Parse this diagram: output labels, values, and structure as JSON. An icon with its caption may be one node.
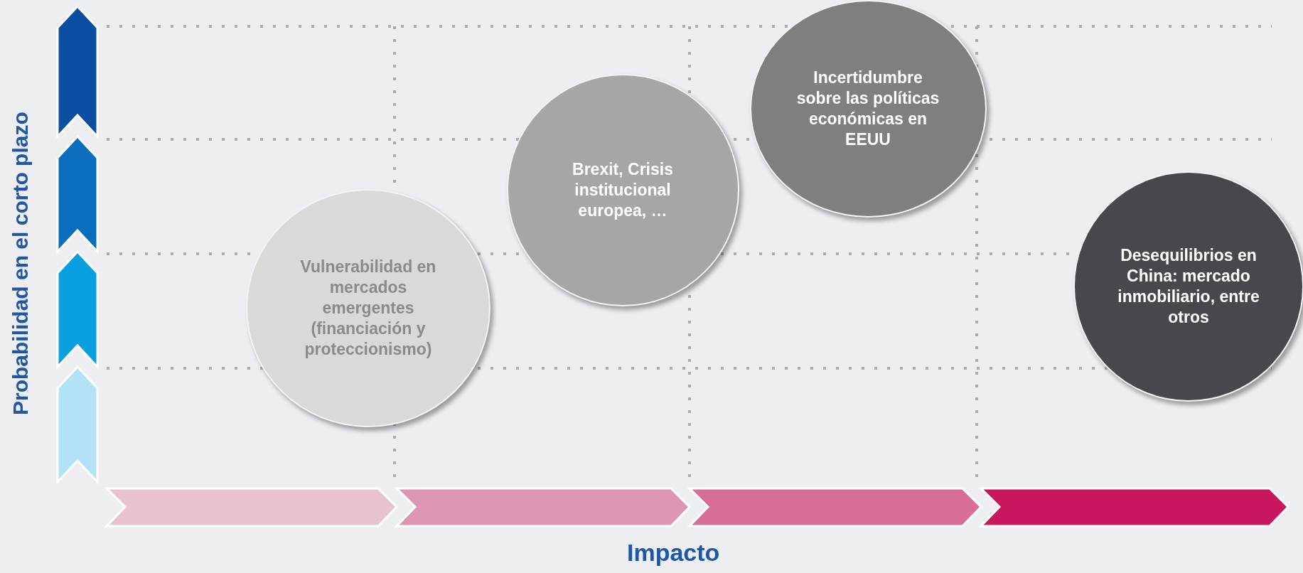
{
  "diagram": {
    "nodes": [
      {
        "text": [
          "Vulnerabilidad en mercados emergentes (financiación y proteccionismo)"
        ]
      },
      {
        "text": [
          "Brexit, Crisis institucional europea, …"
        ]
      },
      {
        "text": [
          "Incertidumbre sobre las políticas económicas en EEUU"
        ]
      },
      {
        "text": [
          "Desequilibrios en China: mercado inmobiliario, entre otros"
        ]
      }
    ],
    "labels": [
      "Probabilidad en el corto plazo",
      "Impacto"
    ]
  }
}
